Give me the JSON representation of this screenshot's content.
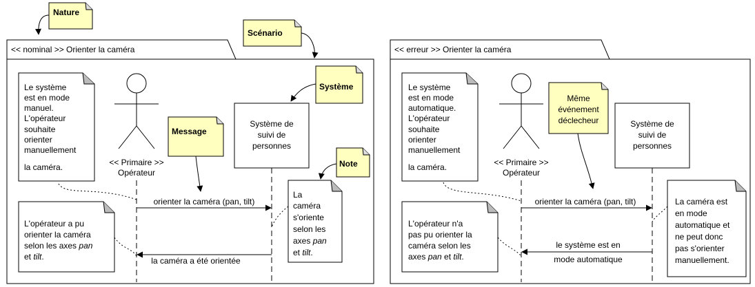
{
  "frames": [
    {
      "title": "<< nominal >> Orienter la caméra",
      "actor": {
        "stereotype": "<< Primaire >>",
        "name": "Opérateur"
      },
      "system": {
        "lines": [
          "Système de",
          "suivi de",
          "personnes"
        ]
      },
      "notes": {
        "pre": [
          "Le système",
          "est en mode",
          "manuel.",
          "L'opérateur",
          "souhaite",
          "orienter",
          "manuellement",
          "la caméra."
        ],
        "post": [
          [
            {
              "t": "L'opérateur a pu"
            }
          ],
          [
            {
              "t": "orienter la caméra"
            }
          ],
          [
            {
              "t": "selon les axes "
            },
            {
              "t": "pan",
              "i": true
            }
          ],
          [
            {
              "t": "et "
            },
            {
              "t": "tilt",
              "i": true
            },
            {
              "t": "."
            }
          ]
        ],
        "system": [
          [
            {
              "t": "La"
            }
          ],
          [
            {
              "t": "caméra"
            }
          ],
          [
            {
              "t": "s'oriente"
            }
          ],
          [
            {
              "t": "selon les"
            }
          ],
          [
            {
              "t": "axes "
            },
            {
              "t": "pan",
              "i": true
            }
          ],
          [
            {
              "t": "et "
            },
            {
              "t": "tilt",
              "i": true
            },
            {
              "t": "."
            }
          ]
        ]
      },
      "messages": {
        "request": "orienter la caméra (pan, tilt)",
        "reply": "la caméra a été orientée"
      }
    },
    {
      "title": "<< erreur >> Orienter la caméra",
      "actor": {
        "stereotype": "<< Primaire >>",
        "name": "Opérateur"
      },
      "system": {
        "lines": [
          "Système de",
          "suivi de",
          "personnes"
        ]
      },
      "notes": {
        "pre": [
          "Le système",
          "est en mode",
          "automatique.",
          "L'opérateur",
          "souhaite",
          "orienter",
          "manuellement",
          "la caméra."
        ],
        "post": [
          [
            {
              "t": "L'opérateur n'a"
            }
          ],
          [
            {
              "t": "pas pu orienter la"
            }
          ],
          [
            {
              "t": "caméra selon les"
            }
          ],
          [
            {
              "t": "axes "
            },
            {
              "t": "pan",
              "i": true
            },
            {
              "t": " et "
            },
            {
              "t": "tilt",
              "i": true
            },
            {
              "t": "."
            }
          ]
        ],
        "system": [
          [
            {
              "t": "La caméra est"
            }
          ],
          [
            {
              "t": "en mode"
            }
          ],
          [
            {
              "t": "automatique et"
            }
          ],
          [
            {
              "t": "ne peut donc"
            }
          ],
          [
            {
              "t": "pas s'orienter"
            }
          ],
          [
            {
              "t": "manuellement."
            }
          ]
        ]
      },
      "messages": {
        "request": "orienter la caméra (pan, tilt)",
        "reply": [
          "le système est en",
          "mode automatique"
        ]
      }
    }
  ],
  "callouts": {
    "nature": "Nature",
    "scenario": "Scénario",
    "systeme": "Système",
    "message": "Message",
    "note": "Note",
    "evenement": [
      "Même",
      "événement",
      "déclecheur"
    ]
  },
  "colors": {
    "callout_fill": "#ffffc0",
    "frame_stroke": "#000000",
    "background": "#ffffff"
  }
}
